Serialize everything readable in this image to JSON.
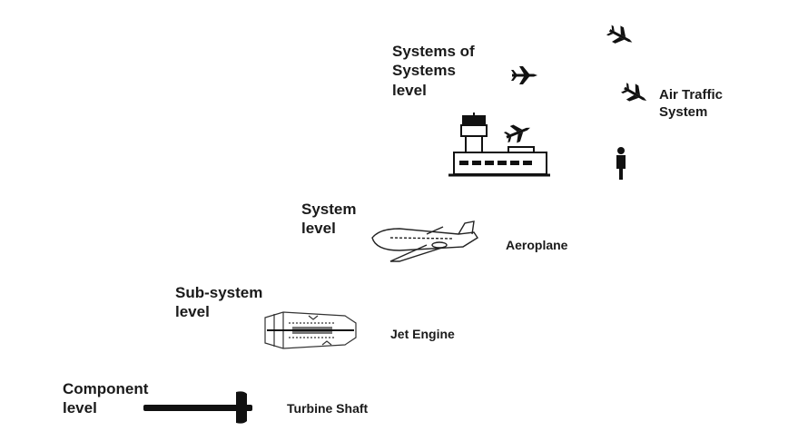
{
  "levels": {
    "sos": "Systems of\nSystems\nlevel",
    "system": "System\nlevel",
    "subsystem": "Sub-system\nlevel",
    "component": "Component\nlevel"
  },
  "objects": {
    "sos": "Air Traffic\nSystem",
    "system": "Aeroplane",
    "subsystem": "Jet Engine",
    "component": "Turbine Shaft"
  },
  "icons": {
    "tower": "control-tower-icon",
    "planes": "airplane-icon",
    "person": "person-icon",
    "aircraft": "aeroplane-drawing",
    "engine": "jet-engine-drawing",
    "shaft": "turbine-shaft-icon"
  }
}
